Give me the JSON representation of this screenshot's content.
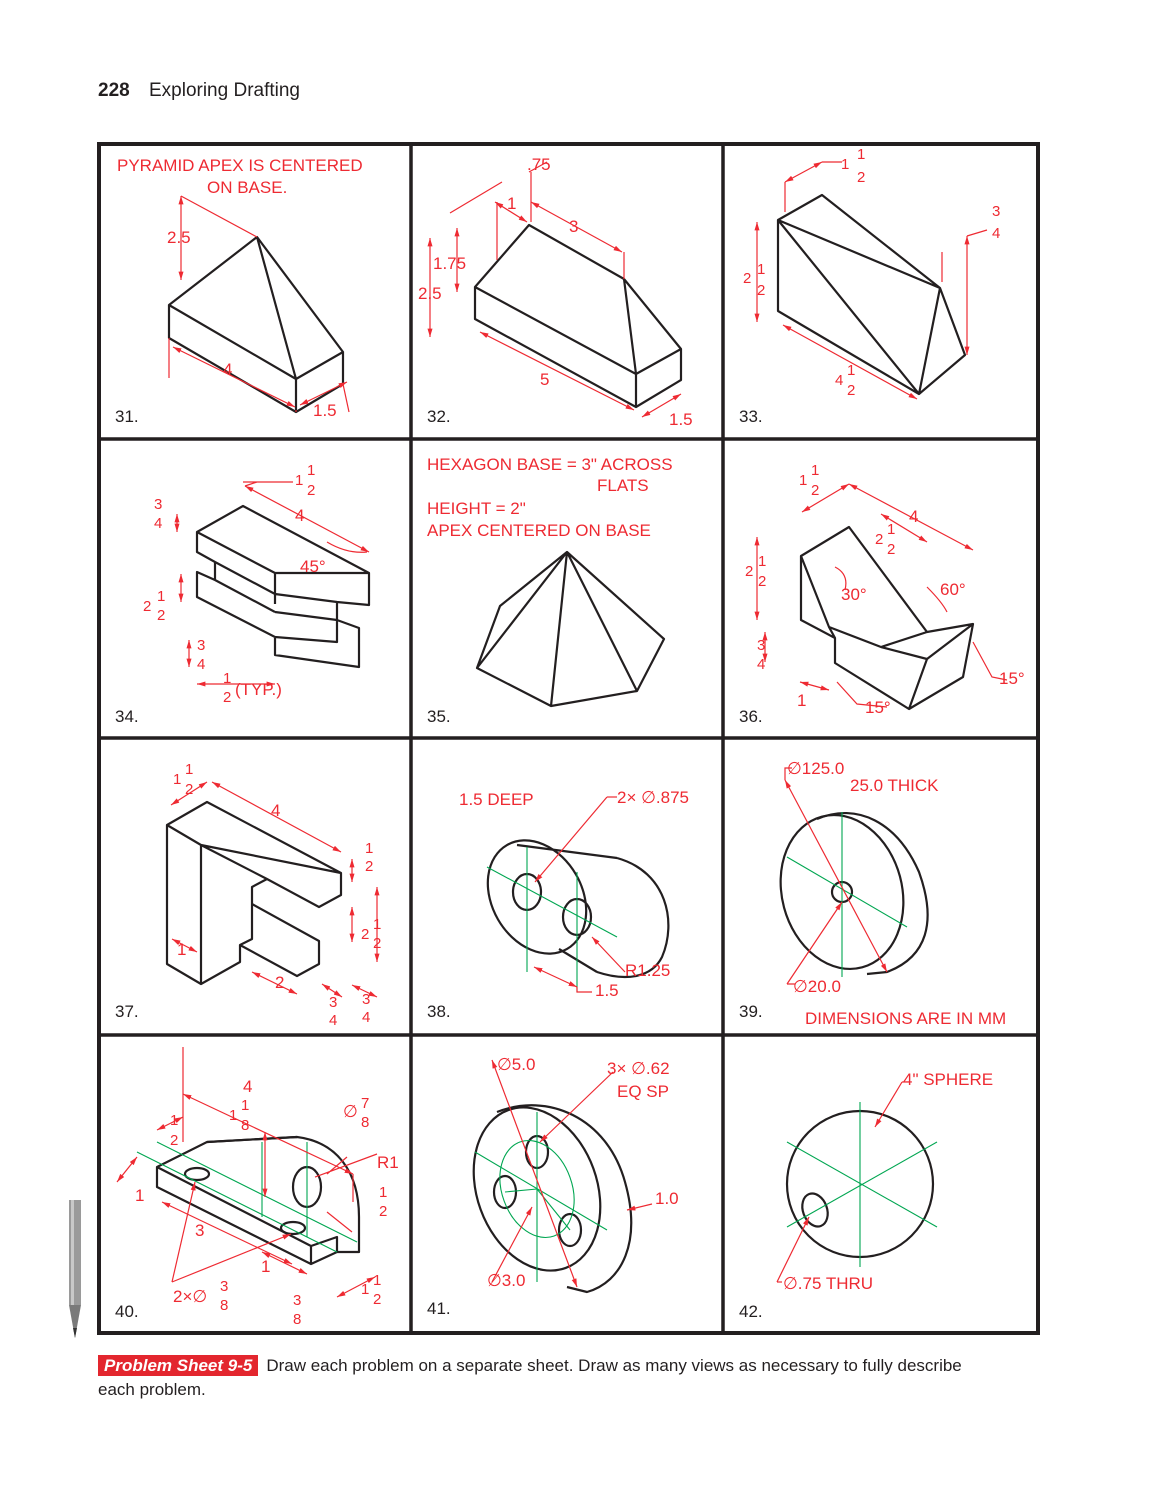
{
  "header": {
    "page_number": "228",
    "book_title": "Exploring Drafting"
  },
  "problems": [
    {
      "number": "31.",
      "notes": [
        "PYRAMID APEX IS CENTERED",
        "ON BASE."
      ],
      "dims": [
        "2.5",
        "4",
        "1.5"
      ]
    },
    {
      "number": "32.",
      "dims": [
        ".75",
        "1",
        "3",
        "1.75",
        "2.5",
        "5",
        "1.5"
      ]
    },
    {
      "number": "33.",
      "dims": [
        "1",
        "1",
        "2",
        "3",
        "4",
        "2",
        "1",
        "2",
        "4",
        "1",
        "2"
      ]
    },
    {
      "number": "34.",
      "dims": [
        "3",
        "4",
        "1",
        "1",
        "2",
        "4",
        "45°",
        "2",
        "1",
        "2",
        "3",
        "4",
        "1",
        "2",
        "(TYP.)"
      ]
    },
    {
      "number": "35.",
      "notes": [
        "HEXAGON BASE = 3\" ACROSS",
        "FLATS",
        "HEIGHT = 2\"",
        "APEX CENTERED ON BASE"
      ]
    },
    {
      "number": "36.",
      "dims": [
        "1",
        "1",
        "2",
        "4",
        "2",
        "1",
        "2",
        "2",
        "1",
        "2",
        "30°",
        "60°",
        "3",
        "4",
        "1",
        "15°",
        "15°"
      ]
    },
    {
      "number": "37.",
      "dims": [
        "1",
        "1",
        "2",
        "4",
        "1",
        "2",
        "2",
        "1",
        "2",
        "1",
        "2",
        "3",
        "4",
        "3",
        "4"
      ]
    },
    {
      "number": "38.",
      "notes": [
        "1.5 DEEP",
        "2× ∅.875",
        "R1.25",
        "1.5"
      ]
    },
    {
      "number": "39.",
      "notes": [
        "∅125.0",
        "25.0 THICK",
        "∅20.0",
        "DIMENSIONS ARE IN MM"
      ]
    },
    {
      "number": "40.",
      "dims": [
        "4",
        "1",
        "2",
        "1",
        "1",
        "8",
        "∅",
        "7",
        "8",
        "R1",
        "1",
        "2",
        "1",
        "3",
        "1",
        "2×∅",
        "3",
        "8",
        "3",
        "8",
        "1",
        "1",
        "2"
      ]
    },
    {
      "number": "41.",
      "notes": [
        "∅5.0",
        "3× ∅.62",
        "EQ SP",
        "1.0",
        "∅3.0"
      ]
    },
    {
      "number": "42.",
      "notes": [
        "4\" SPHERE",
        "∅.75 THRU"
      ]
    }
  ],
  "footer": {
    "tag": "Problem Sheet 9-5",
    "text": "Draw each problem on a separate sheet. Draw as many views as necessary to fully describe each problem."
  },
  "colors": {
    "annotation": "#ee2a32",
    "centerline": "#00a651",
    "line": "#231f20",
    "tag_bg": "#e3262e"
  }
}
